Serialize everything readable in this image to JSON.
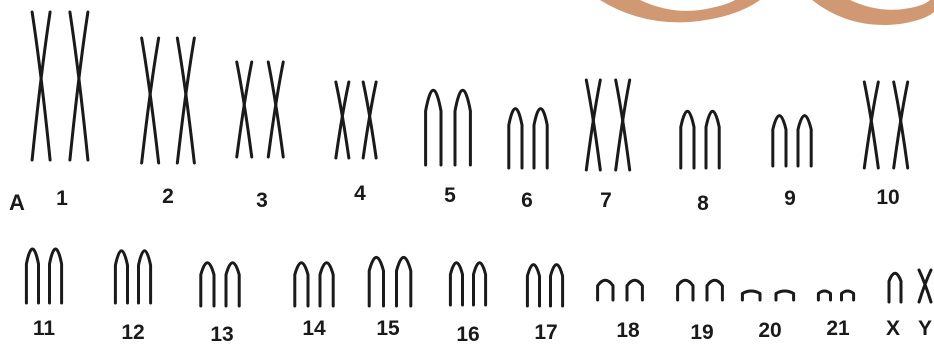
{
  "figure_letter": "A",
  "chromosomes": [
    {
      "label": "1",
      "shape": "X"
    },
    {
      "label": "2",
      "shape": "X"
    },
    {
      "label": "3",
      "shape": "X"
    },
    {
      "label": "4",
      "shape": "X"
    },
    {
      "label": "5",
      "shape": "acro"
    },
    {
      "label": "6",
      "shape": "acro"
    },
    {
      "label": "7",
      "shape": "X"
    },
    {
      "label": "8",
      "shape": "acro"
    },
    {
      "label": "9",
      "shape": "acro"
    },
    {
      "label": "10",
      "shape": "X"
    },
    {
      "label": "11",
      "shape": "acro"
    },
    {
      "label": "12",
      "shape": "acro"
    },
    {
      "label": "13",
      "shape": "acro"
    },
    {
      "label": "14",
      "shape": "acro"
    },
    {
      "label": "15",
      "shape": "acro"
    },
    {
      "label": "16",
      "shape": "acro"
    },
    {
      "label": "17",
      "shape": "acro"
    },
    {
      "label": "18",
      "shape": "acro"
    },
    {
      "label": "19",
      "shape": "acro"
    },
    {
      "label": "20",
      "shape": "acro"
    },
    {
      "label": "21",
      "shape": "acro"
    },
    {
      "label": "X",
      "shape": "acro"
    },
    {
      "label": "Y",
      "shape": "X"
    }
  ],
  "colors": {
    "ink": "#1a1a1a",
    "watermark": "#c9875a"
  }
}
